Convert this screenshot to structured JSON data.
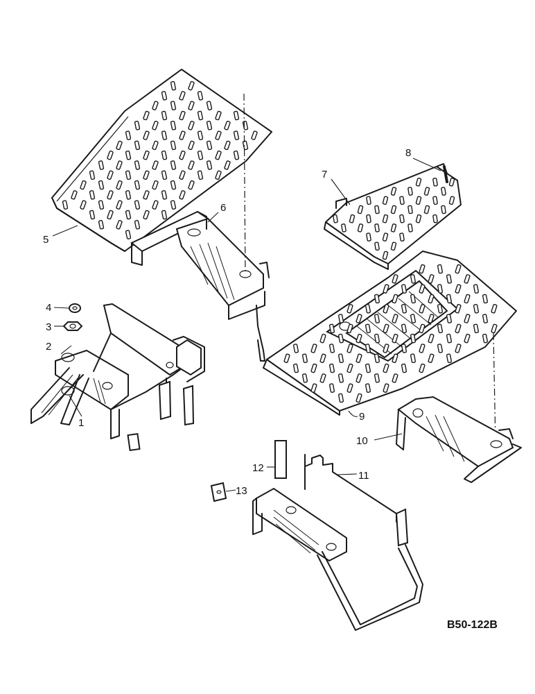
{
  "callouts": [
    {
      "id": "1",
      "text": "1"
    },
    {
      "id": "2",
      "text": "2"
    },
    {
      "id": "3",
      "text": "3"
    },
    {
      "id": "4",
      "text": "4"
    },
    {
      "id": "5",
      "text": "5"
    },
    {
      "id": "6",
      "text": "6"
    },
    {
      "id": "7",
      "text": "7"
    },
    {
      "id": "8",
      "text": "8"
    },
    {
      "id": "9",
      "text": "9"
    },
    {
      "id": "10",
      "text": "10"
    },
    {
      "id": "11",
      "text": "11"
    },
    {
      "id": "12",
      "text": "12"
    },
    {
      "id": "13",
      "text": "13"
    }
  ],
  "drawing_code": "B50-122B",
  "colors": {
    "ink": "#1a1a1a",
    "paper": "#ffffff"
  }
}
